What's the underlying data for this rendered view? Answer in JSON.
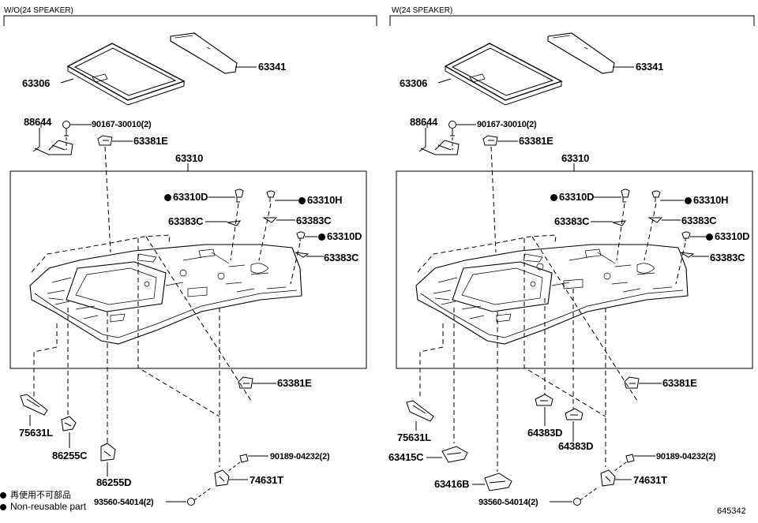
{
  "panels": {
    "left": {
      "header": "W/O(24 SPEAKER)",
      "labels": {
        "p63341": "63341",
        "p63306": "63306",
        "p88644": "88644",
        "p90167": "90167-30010(2)",
        "p63381e_top": "63381E",
        "p63310": "63310",
        "p63310d_a": "63310D",
        "p63310h": "63310H",
        "p63383c_a": "63383C",
        "p63383c_b": "63383C",
        "p63310d_b": "63310D",
        "p63383c_c": "63383C",
        "p63381e_bot": "63381E",
        "p75631l": "75631L",
        "p86255c": "86255C",
        "p86255d": "86255D",
        "p90189": "90189-04232(2)",
        "p74631t": "74631T",
        "p93560": "93560-54014(2)"
      }
    },
    "right": {
      "header": "W(24 SPEAKER)",
      "labels": {
        "p63341": "63341",
        "p63306": "63306",
        "p88644": "88644",
        "p90167": "90167-30010(2)",
        "p63381e_top": "63381E",
        "p63310": "63310",
        "p63310d_a": "63310D",
        "p63310h": "63310H",
        "p63383c_a": "63383C",
        "p63383c_b": "63383C",
        "p63310d_b": "63310D",
        "p63383c_c": "63383C",
        "p63381e_bot": "63381E",
        "p75631l": "75631L",
        "p63415c": "63415C",
        "p63416b": "63416B",
        "p64383d_a": "64383D",
        "p64383d_b": "64383D",
        "p90189": "90189-04232(2)",
        "p74631t": "74631T",
        "p93560": "93560-54014(2)"
      }
    }
  },
  "legend": {
    "line1": "再使用不可部品",
    "line2": "Non-reusable part"
  },
  "figure_number": "645342"
}
